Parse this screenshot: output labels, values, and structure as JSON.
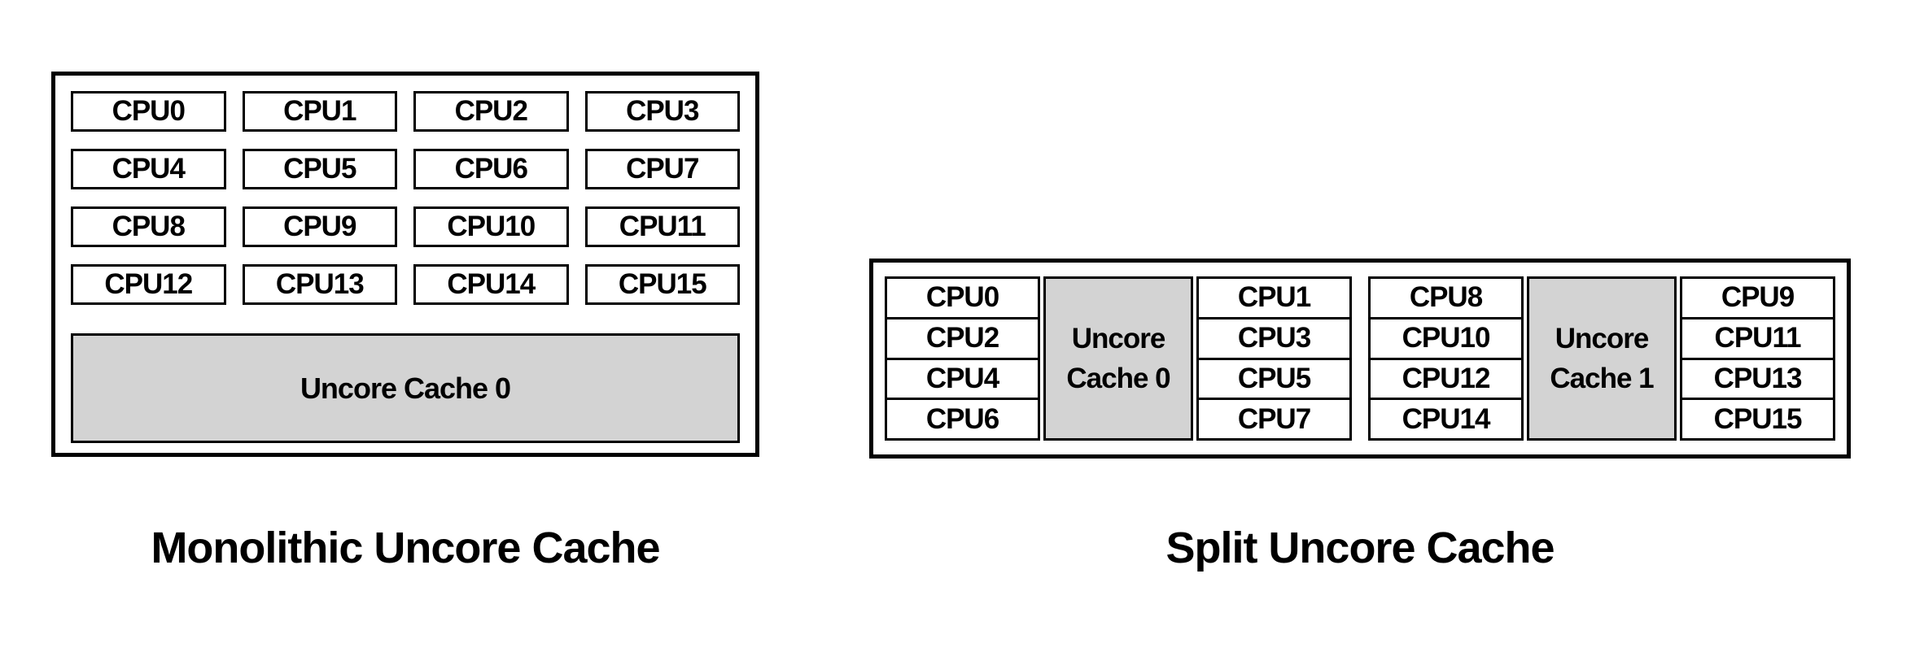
{
  "colors": {
    "background": "#ffffff",
    "border": "#000000",
    "cache_fill": "#d3d3d3",
    "text": "#000000"
  },
  "monolithic": {
    "caption": "Monolithic Uncore Cache",
    "cpus": [
      "CPU0",
      "CPU1",
      "CPU2",
      "CPU3",
      "CPU4",
      "CPU5",
      "CPU6",
      "CPU7",
      "CPU8",
      "CPU9",
      "CPU10",
      "CPU11",
      "CPU12",
      "CPU13",
      "CPU14",
      "CPU15"
    ],
    "cache_label": "Uncore Cache 0"
  },
  "split": {
    "caption": "Split Uncore Cache",
    "clusters": [
      {
        "left_cpus": [
          "CPU0",
          "CPU2",
          "CPU4",
          "CPU6"
        ],
        "cache_label": "Uncore Cache 0",
        "right_cpus": [
          "CPU1",
          "CPU3",
          "CPU5",
          "CPU7"
        ]
      },
      {
        "left_cpus": [
          "CPU8",
          "CPU10",
          "CPU12",
          "CPU14"
        ],
        "cache_label": "Uncore Cache 1",
        "right_cpus": [
          "CPU9",
          "CPU11",
          "CPU13",
          "CPU15"
        ]
      }
    ]
  }
}
